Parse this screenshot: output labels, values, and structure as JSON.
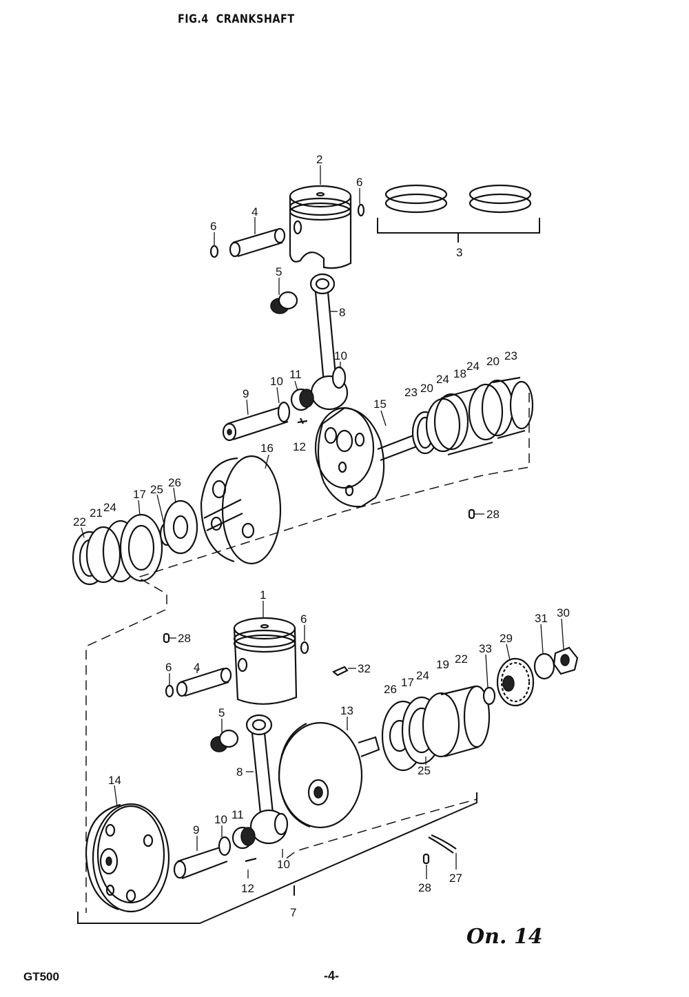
{
  "figure": {
    "title": "FIG.4  CRANKSHAFT"
  },
  "footer": {
    "model": "GT500",
    "page": "-4-",
    "handwritten_note": "On. 14"
  },
  "callouts": [
    {
      "id": "c2",
      "text": "2"
    },
    {
      "id": "c6a",
      "text": "6"
    },
    {
      "id": "c4a",
      "text": "4"
    },
    {
      "id": "c6b",
      "text": "6"
    },
    {
      "id": "c3",
      "text": "3"
    },
    {
      "id": "c5a",
      "text": "5"
    },
    {
      "id": "c8a",
      "text": "8"
    },
    {
      "id": "c10a",
      "text": "10"
    },
    {
      "id": "c10b",
      "text": "10"
    },
    {
      "id": "c11a",
      "text": "11"
    },
    {
      "id": "c9a",
      "text": "9"
    },
    {
      "id": "c12a",
      "text": "12"
    },
    {
      "id": "c15",
      "text": "15"
    },
    {
      "id": "c23a",
      "text": "23"
    },
    {
      "id": "c20a",
      "text": "20"
    },
    {
      "id": "c24a",
      "text": "24"
    },
    {
      "id": "c18",
      "text": "18"
    },
    {
      "id": "c24b",
      "text": "24"
    },
    {
      "id": "c20b",
      "text": "20"
    },
    {
      "id": "c23b",
      "text": "23"
    },
    {
      "id": "c16",
      "text": "16"
    },
    {
      "id": "c22a",
      "text": "22"
    },
    {
      "id": "c21",
      "text": "21"
    },
    {
      "id": "c24c",
      "text": "24"
    },
    {
      "id": "c17a",
      "text": "17"
    },
    {
      "id": "c25a",
      "text": "25"
    },
    {
      "id": "c26a",
      "text": "26"
    },
    {
      "id": "c28a",
      "text": "28"
    },
    {
      "id": "c28b",
      "text": "28"
    },
    {
      "id": "c1",
      "text": "1"
    },
    {
      "id": "c6c",
      "text": "6"
    },
    {
      "id": "c6d",
      "text": "6"
    },
    {
      "id": "c4b",
      "text": "4"
    },
    {
      "id": "c32",
      "text": "32"
    },
    {
      "id": "c30",
      "text": "30"
    },
    {
      "id": "c31",
      "text": "31"
    },
    {
      "id": "c29",
      "text": "29"
    },
    {
      "id": "c33",
      "text": "33"
    },
    {
      "id": "c19",
      "text": "19"
    },
    {
      "id": "c22b",
      "text": "22"
    },
    {
      "id": "c17b",
      "text": "17"
    },
    {
      "id": "c24d",
      "text": "24"
    },
    {
      "id": "c26b",
      "text": "26"
    },
    {
      "id": "c25b",
      "text": "25"
    },
    {
      "id": "c5b",
      "text": "5"
    },
    {
      "id": "c13",
      "text": "13"
    },
    {
      "id": "c8b",
      "text": "8"
    },
    {
      "id": "c14",
      "text": "14"
    },
    {
      "id": "c10c",
      "text": "10"
    },
    {
      "id": "c11b",
      "text": "11"
    },
    {
      "id": "c9b",
      "text": "9"
    },
    {
      "id": "c10d",
      "text": "10"
    },
    {
      "id": "c12b",
      "text": "12"
    },
    {
      "id": "c7",
      "text": "7"
    },
    {
      "id": "c28c",
      "text": "28"
    },
    {
      "id": "c27",
      "text": "27"
    }
  ]
}
